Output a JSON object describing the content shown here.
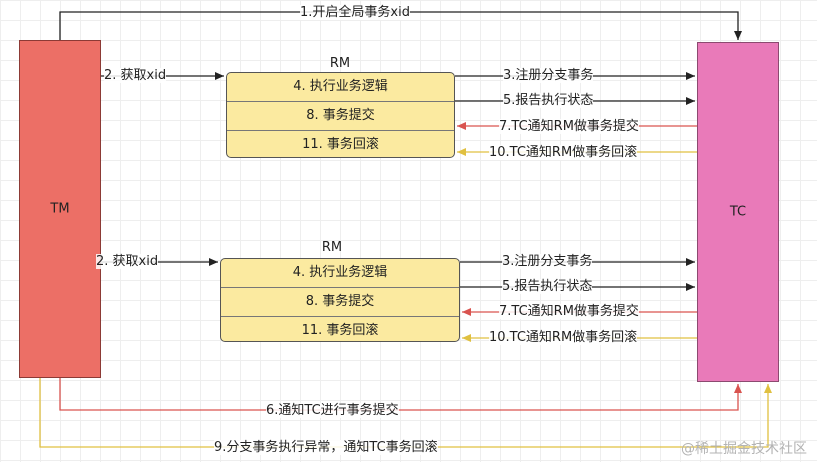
{
  "tm": {
    "label": "TM"
  },
  "tc": {
    "label": "TC"
  },
  "rm_blocks": [
    {
      "title": "RM",
      "steps": [
        "4. 执行业务逻辑",
        "8. 事务提交",
        "11. 事务回滚"
      ]
    },
    {
      "title": "RM",
      "steps": [
        "4. 执行业务逻辑",
        "8. 事务提交",
        "11. 事务回滚"
      ]
    }
  ],
  "messages": {
    "begin_global": "1.开启全局事务xid",
    "get_xid": "2. 获取xid",
    "register_branch": "3.注册分支事务",
    "report_status": "5.报告执行状态",
    "notify_commit": "6.通知TC进行事务提交",
    "tc_commit": "7.TC通知RM做事务提交",
    "branch_exception": "9.分支事务执行异常，通知TC事务回滚",
    "tc_rollback": "10.TC通知RM做事务回滚"
  },
  "colors": {
    "tm": "#ec6f66",
    "tc": "#e97ab9",
    "rm": "#fbeaa0",
    "commit_arrow": "#d9534f",
    "rollback_arrow": "#e0c040"
  },
  "watermark": "@稀土掘金技术社区"
}
